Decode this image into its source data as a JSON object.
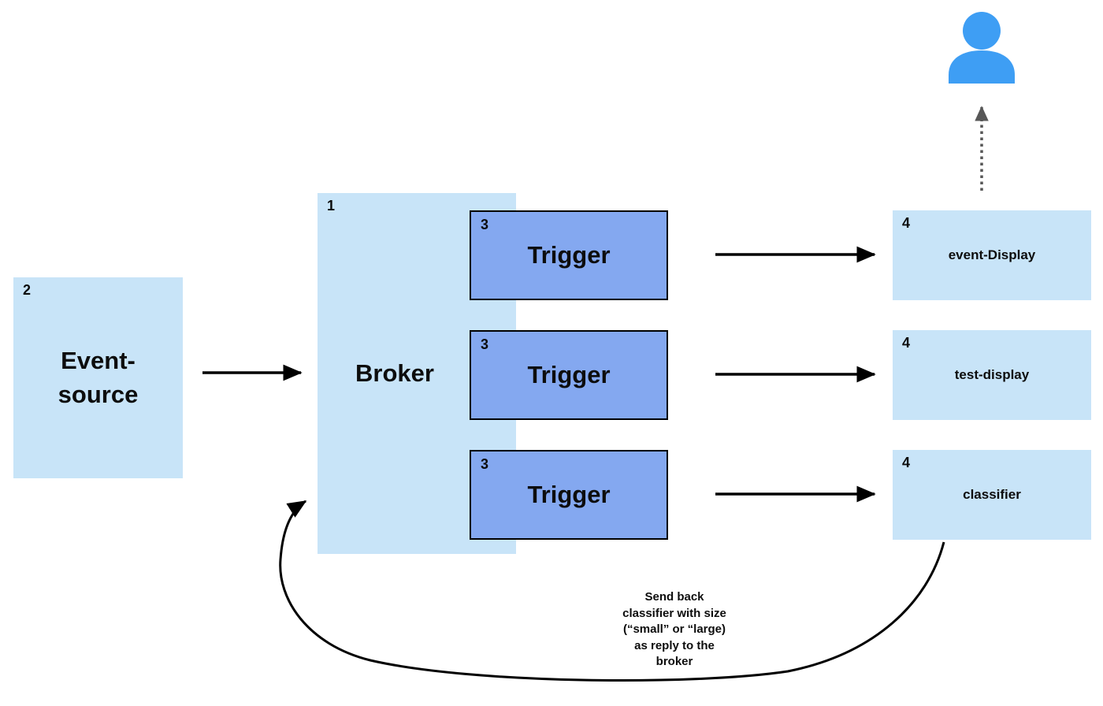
{
  "colors": {
    "light_blue": "#c8e4f8",
    "trigger_blue": "#84a8f0",
    "person_blue": "#3e9ef4",
    "arrow_black": "#000000",
    "dotted_gray": "#575757"
  },
  "nodes": {
    "event_source": {
      "badge": "2",
      "label": "Event-\nsource"
    },
    "broker": {
      "badge": "1",
      "label": "Broker"
    },
    "triggers": [
      {
        "badge": "3",
        "label": "Trigger"
      },
      {
        "badge": "3",
        "label": "Trigger"
      },
      {
        "badge": "3",
        "label": "Trigger"
      }
    ],
    "sinks": [
      {
        "badge": "4",
        "label": "event-Display"
      },
      {
        "badge": "4",
        "label": "test-display"
      },
      {
        "badge": "4",
        "label": "classifier"
      }
    ]
  },
  "icons": {
    "user": "user-icon"
  },
  "annotations": {
    "reply_note": "Send back\nclassifier with size\n(“small” or “large)\nas reply to the\nbroker"
  }
}
